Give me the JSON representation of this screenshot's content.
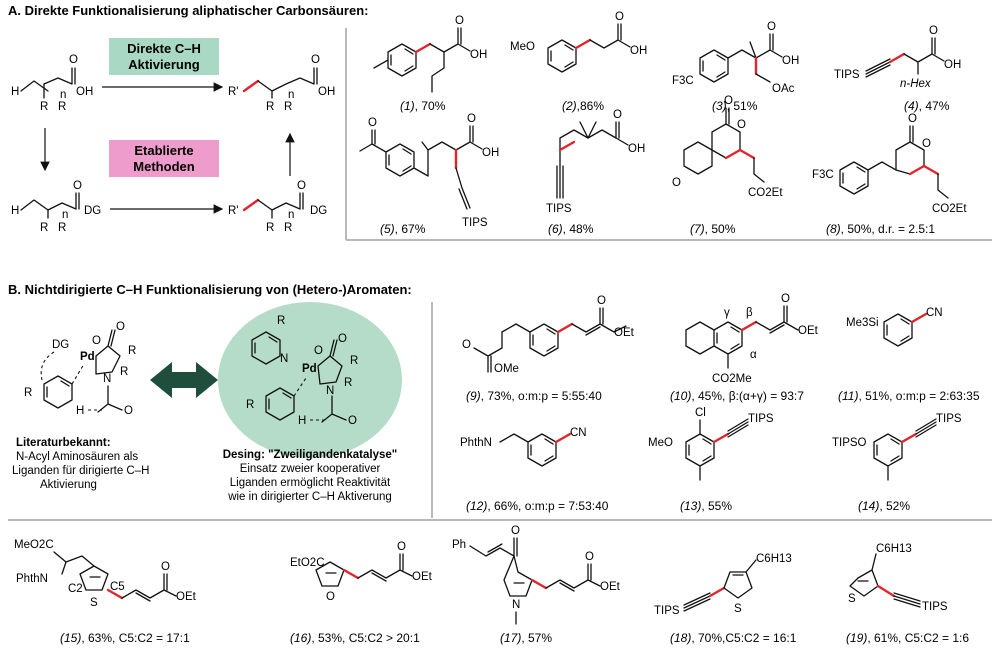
{
  "sectionA": {
    "title": "A. Direkte Funktionalisierung aliphatischer Carbonsäuren:",
    "boxDirect": [
      "Direkte C–H",
      "Aktivierung"
    ],
    "boxEstablished": [
      "Etablierte",
      "Methoden"
    ],
    "scheme": {
      "H": "H",
      "R": "R",
      "n": "n",
      "OH": "OH",
      "O": "O",
      "DG": "DG",
      "Rp": "R'"
    }
  },
  "productsA": [
    {
      "num": "(1)",
      "rest": ", 70%"
    },
    {
      "num": "(2)",
      "rest": ",86%"
    },
    {
      "num": "(3)",
      "rest": ", 51%"
    },
    {
      "num": "(4)",
      "rest": ", 47%"
    },
    {
      "num": "(5)",
      "rest": ", 67%"
    },
    {
      "num": "(6)",
      "rest": ", 48%"
    },
    {
      "num": "(7)",
      "rest": ", 50%"
    },
    {
      "num": "(8)",
      "rest": ", 50%, d.r. = 2.5:1"
    }
  ],
  "sectionB": {
    "title": "B. Nichtdirigierte C–H Funktionalisierung von (Hetero-)Aromaten:",
    "litTitle": "Literaturbekannt:",
    "litLines": [
      "N-Acyl Aminosäuren als",
      "Liganden für dirigierte C–H",
      "Aktivierung"
    ],
    "designTitle": "Desing: \"Zweiligandenkatalyse\"",
    "designLines": [
      "Einsatz zweier kooperativer",
      "Liganden ermöglicht Reaktivität",
      "wie in dirigierter C–H Aktiverung"
    ]
  },
  "productsB": [
    {
      "num": "(9)",
      "rest": ", 73%, o:m:p = 5:55:40"
    },
    {
      "num": "(10)",
      "rest": ", 45%, β:(α+γ) = 93:7"
    },
    {
      "num": "(11)",
      "rest": ", 51%, o:m:p = 2:63:35"
    },
    {
      "num": "(12)",
      "rest": ", 66%, o:m:p = 7:53:40"
    },
    {
      "num": "(13)",
      "rest": ", 55%"
    },
    {
      "num": "(14)",
      "rest": ", 52%"
    }
  ],
  "productsC": [
    {
      "num": "(15)",
      "rest": ", 63%, C5:C2 = 17:1"
    },
    {
      "num": "(16)",
      "rest": ", 53%, C5:C2 > 20:1"
    },
    {
      "num": "(17)",
      "rest": ", 57%"
    },
    {
      "num": "(18)",
      "rest": ", 70%,C5:C2 = 16:1"
    },
    {
      "num": "(19)",
      "rest": ", 61%, C5:C2 = 1:6"
    }
  ],
  "atoms": {
    "OH": "OH",
    "O": "O",
    "MeO": "MeO",
    "F3C": "F3C",
    "OAc": "OAc",
    "TIPS": "TIPS",
    "nHex": "n-Hex",
    "CO2Et": "CO2Et",
    "OEt": "OEt",
    "OMe": "OMe",
    "CO2Me": "CO2Me",
    "Me3Si": "Me3Si",
    "CN": "CN",
    "PhthN": "PhthN",
    "Cl": "Cl",
    "TIPSO": "TIPSO",
    "MeO2C": "MeO2C",
    "EtO2C": "EtO2C",
    "C2": "C2",
    "C5": "C5",
    "S": "S",
    "N": "N",
    "Ph": "Ph",
    "C6H13": "C6H13",
    "Pd": "Pd",
    "DG": "DG",
    "H": "H",
    "R": "R",
    "alpha": "α",
    "beta": "β",
    "gamma": "γ"
  },
  "colors": {
    "accentRed": "#e0252b",
    "boxGreen": "#a9d9c4",
    "boxPink": "#ee9ccb",
    "circleGreen": "#b5dcc8",
    "arrowDark": "#1f4f3c",
    "divider": "#b9b9b9"
  }
}
